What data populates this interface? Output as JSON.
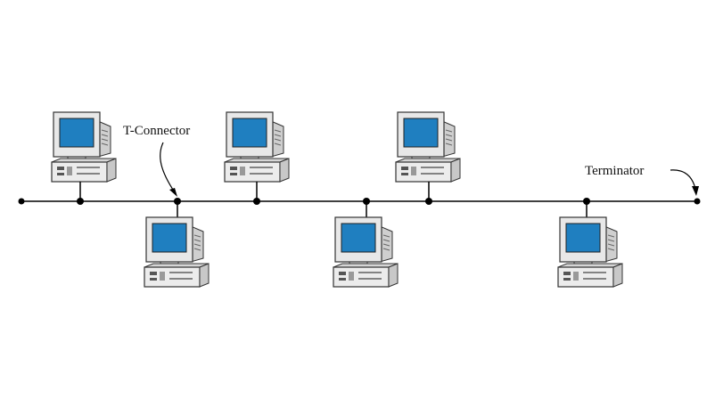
{
  "diagram": {
    "labels": {
      "t_connector": "T-Connector",
      "terminator": "Terminator"
    },
    "computers_top_count": 3,
    "computers_bottom_count": 3,
    "colors": {
      "screen": "#1f7fc0",
      "case": "#e6e6e6",
      "line": "#000000"
    }
  }
}
